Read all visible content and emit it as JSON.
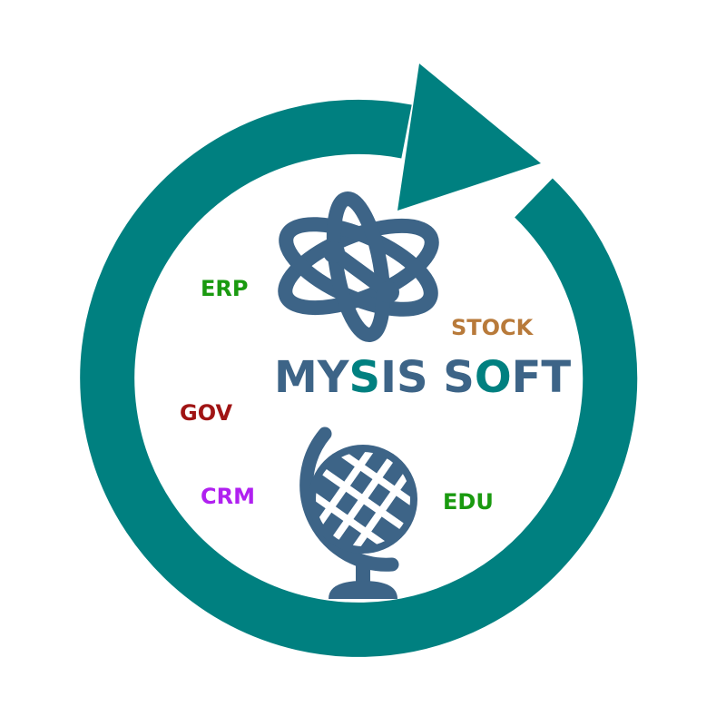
{
  "brand": {
    "part1": "MY",
    "part2": "S",
    "part3": "IS S",
    "part4": "O",
    "part5": "FT",
    "primary_color": "#3d6487",
    "accent_color": "#008080"
  },
  "labels": {
    "erp": {
      "text": "ERP",
      "color": "#1a9a10"
    },
    "stock": {
      "text": "STOCK",
      "color": "#b87a3a"
    },
    "gov": {
      "text": "GOV",
      "color": "#a01414"
    },
    "crm": {
      "text": "CRM",
      "color": "#b020f0"
    },
    "edu": {
      "text": "EDU",
      "color": "#1a9a10"
    }
  },
  "icons": {
    "ring": "circular-arrow-icon",
    "top": "atom-icon",
    "bottom": "globe-icon"
  },
  "colors": {
    "ring": "#008080",
    "icon": "#3d6487",
    "background": "#ffffff"
  }
}
